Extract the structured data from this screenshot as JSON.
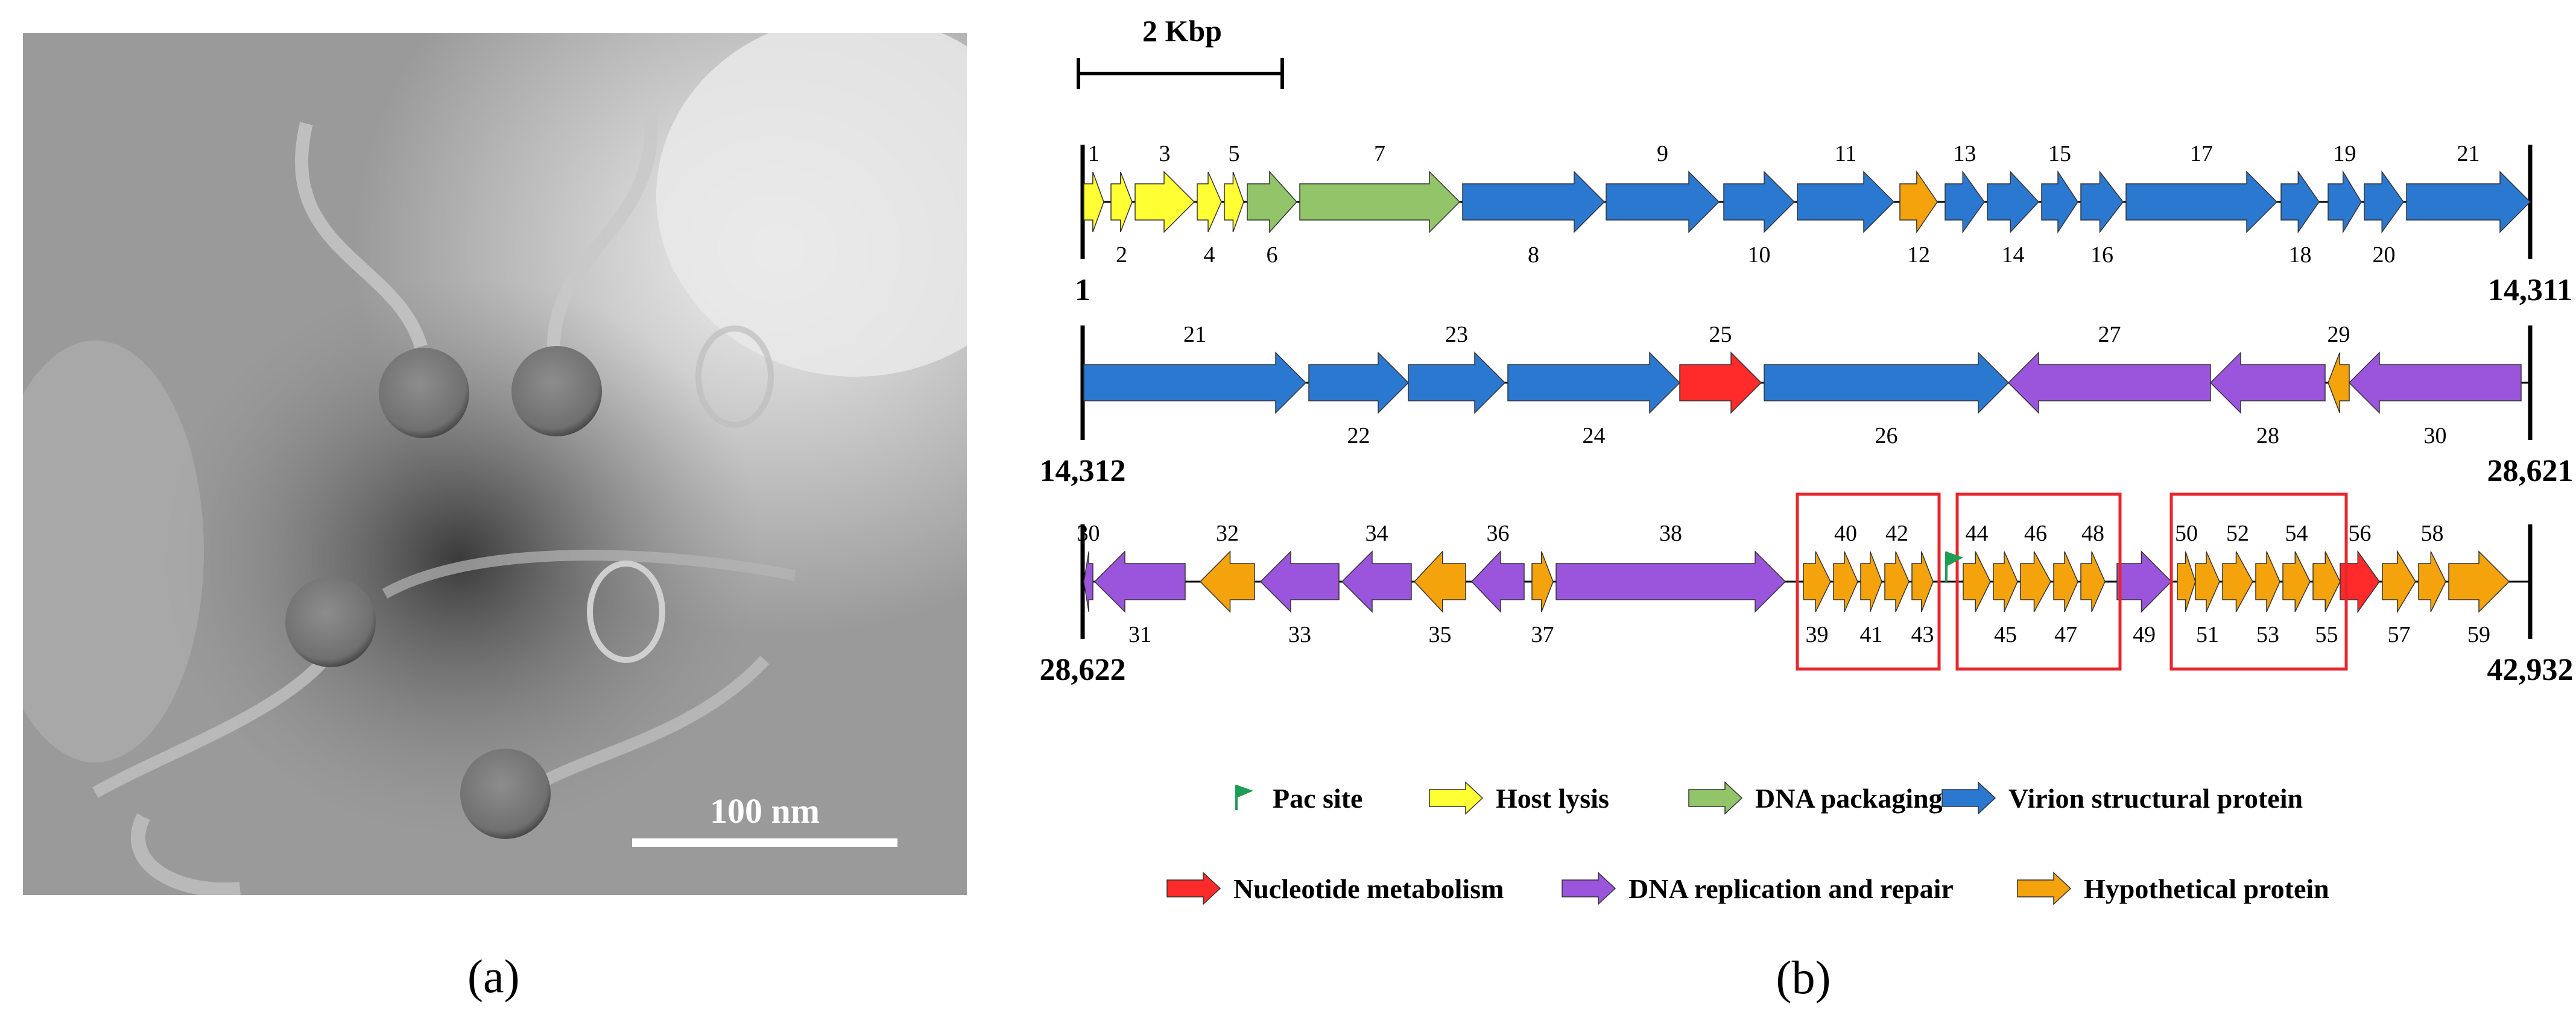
{
  "panel_a": {
    "label": "(a)",
    "scale_bar_label": "100 nm"
  },
  "panel_b": {
    "label": "(b)",
    "scale_label": "2 Kbp",
    "rows": [
      {
        "start_label": "1",
        "end_label": "14,311",
        "genes": [
          {
            "num": "1",
            "cat": "host_lysis",
            "dir": "f"
          },
          {
            "num": "2",
            "cat": "host_lysis",
            "dir": "f"
          },
          {
            "num": "3",
            "cat": "host_lysis",
            "dir": "f"
          },
          {
            "num": "4",
            "cat": "host_lysis",
            "dir": "f"
          },
          {
            "num": "5",
            "cat": "host_lysis",
            "dir": "f"
          },
          {
            "num": "6",
            "cat": "dna_packaging",
            "dir": "f"
          },
          {
            "num": "7",
            "cat": "dna_packaging",
            "dir": "f"
          },
          {
            "num": "8",
            "cat": "virion",
            "dir": "f"
          },
          {
            "num": "9",
            "cat": "virion",
            "dir": "f"
          },
          {
            "num": "10",
            "cat": "virion",
            "dir": "f"
          },
          {
            "num": "11",
            "cat": "virion",
            "dir": "f"
          },
          {
            "num": "12",
            "cat": "hypothetical",
            "dir": "f"
          },
          {
            "num": "13",
            "cat": "virion",
            "dir": "f"
          },
          {
            "num": "14",
            "cat": "virion",
            "dir": "f"
          },
          {
            "num": "15",
            "cat": "virion",
            "dir": "f"
          },
          {
            "num": "16",
            "cat": "virion",
            "dir": "f"
          },
          {
            "num": "17",
            "cat": "virion",
            "dir": "f"
          },
          {
            "num": "18",
            "cat": "virion",
            "dir": "f"
          },
          {
            "num": "19",
            "cat": "virion",
            "dir": "f"
          },
          {
            "num": "20",
            "cat": "virion",
            "dir": "f"
          },
          {
            "num": "21",
            "cat": "virion",
            "dir": "f"
          }
        ]
      },
      {
        "start_label": "14,312",
        "end_label": "28,621",
        "genes": [
          {
            "num": "21",
            "cat": "virion",
            "dir": "f"
          },
          {
            "num": "22",
            "cat": "virion",
            "dir": "f"
          },
          {
            "num": "23",
            "cat": "virion",
            "dir": "f"
          },
          {
            "num": "24",
            "cat": "virion",
            "dir": "f"
          },
          {
            "num": "25",
            "cat": "nucleotide",
            "dir": "f"
          },
          {
            "num": "26",
            "cat": "virion",
            "dir": "f"
          },
          {
            "num": "27",
            "cat": "dna_replication",
            "dir": "r"
          },
          {
            "num": "28",
            "cat": "dna_replication",
            "dir": "r"
          },
          {
            "num": "29",
            "cat": "hypothetical",
            "dir": "r"
          },
          {
            "num": "30",
            "cat": "dna_replication",
            "dir": "r"
          }
        ]
      },
      {
        "start_label": "28,622",
        "end_label": "42,932",
        "genes": [
          {
            "num": "30",
            "cat": "dna_replication",
            "dir": "r"
          },
          {
            "num": "31",
            "cat": "dna_replication",
            "dir": "r"
          },
          {
            "num": "32",
            "cat": "hypothetical",
            "dir": "r"
          },
          {
            "num": "33",
            "cat": "dna_replication",
            "dir": "r"
          },
          {
            "num": "34",
            "cat": "dna_replication",
            "dir": "r"
          },
          {
            "num": "35",
            "cat": "hypothetical",
            "dir": "r"
          },
          {
            "num": "36",
            "cat": "dna_replication",
            "dir": "r"
          },
          {
            "num": "37",
            "cat": "hypothetical",
            "dir": "f"
          },
          {
            "num": "38",
            "cat": "dna_replication",
            "dir": "f"
          },
          {
            "num": "39",
            "cat": "hypothetical",
            "dir": "f"
          },
          {
            "num": "40",
            "cat": "hypothetical",
            "dir": "f"
          },
          {
            "num": "41",
            "cat": "hypothetical",
            "dir": "f"
          },
          {
            "num": "42",
            "cat": "hypothetical",
            "dir": "f"
          },
          {
            "num": "43",
            "cat": "hypothetical",
            "dir": "f"
          },
          {
            "num": "44",
            "cat": "hypothetical",
            "dir": "f"
          },
          {
            "num": "45",
            "cat": "hypothetical",
            "dir": "f"
          },
          {
            "num": "46",
            "cat": "hypothetical",
            "dir": "f"
          },
          {
            "num": "47",
            "cat": "hypothetical",
            "dir": "f"
          },
          {
            "num": "48",
            "cat": "hypothetical",
            "dir": "f"
          },
          {
            "num": "49",
            "cat": "dna_replication",
            "dir": "f"
          },
          {
            "num": "50",
            "cat": "hypothetical",
            "dir": "f"
          },
          {
            "num": "51",
            "cat": "hypothetical",
            "dir": "f"
          },
          {
            "num": "52",
            "cat": "hypothetical",
            "dir": "f"
          },
          {
            "num": "53",
            "cat": "hypothetical",
            "dir": "f"
          },
          {
            "num": "54",
            "cat": "hypothetical",
            "dir": "f"
          },
          {
            "num": "55",
            "cat": "hypothetical",
            "dir": "f"
          },
          {
            "num": "56",
            "cat": "nucleotide",
            "dir": "f"
          },
          {
            "num": "57",
            "cat": "hypothetical",
            "dir": "f"
          },
          {
            "num": "58",
            "cat": "hypothetical",
            "dir": "f"
          },
          {
            "num": "59",
            "cat": "hypothetical",
            "dir": "f"
          }
        ]
      }
    ],
    "legend": [
      {
        "key": "pac_site",
        "label": "Pac site",
        "color": "#1f9d55"
      },
      {
        "key": "host_lysis",
        "label": "Host lysis",
        "color": "#ffff33"
      },
      {
        "key": "dna_packaging",
        "label": "DNA packaging",
        "color": "#92c56a"
      },
      {
        "key": "virion",
        "label": "Virion structural protein",
        "color": "#2b78d0"
      },
      {
        "key": "nucleotide",
        "label": "Nucleotide metabolism",
        "color": "#ff2a2a"
      },
      {
        "key": "dna_replication",
        "label": "DNA replication and repair",
        "color": "#9b55dd"
      },
      {
        "key": "hypothetical",
        "label": "Hypothetical protein",
        "color": "#f5a30c"
      }
    ]
  }
}
